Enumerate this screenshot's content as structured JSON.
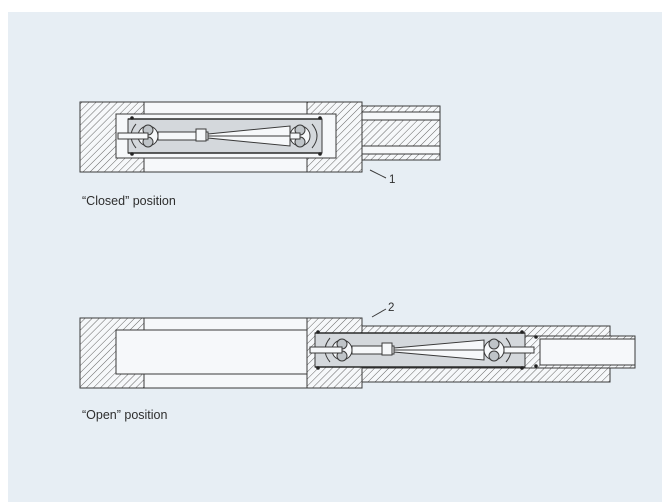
{
  "figure": {
    "views": [
      {
        "id": "closed",
        "caption": "“Closed” position",
        "callout": "1"
      },
      {
        "id": "open",
        "caption": "“Open” position",
        "callout": "2"
      }
    ]
  },
  "colors": {
    "background_panel": "#e7eef4",
    "part_fill": "#f6f8fa",
    "inner_tube_fill": "#d4d8dc",
    "outline": "#3a3a3a"
  }
}
